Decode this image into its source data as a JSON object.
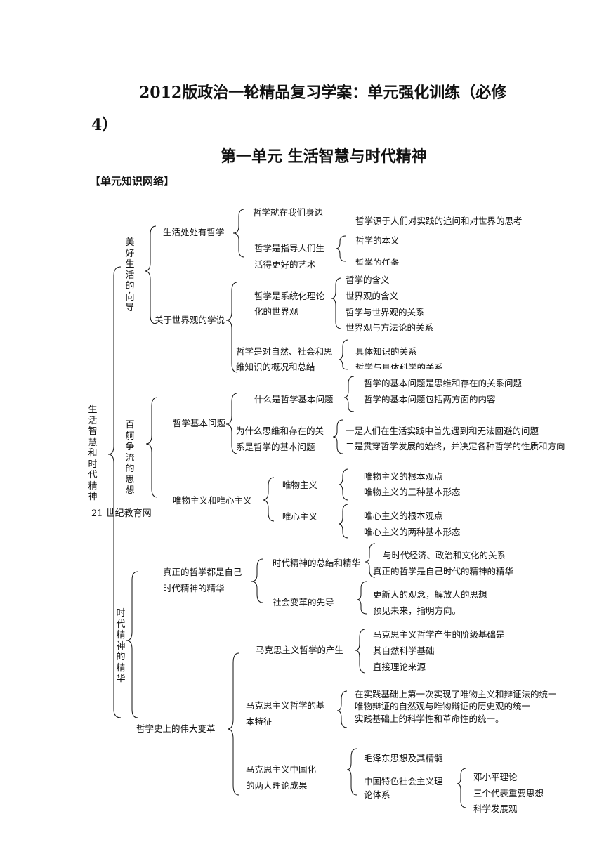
{
  "doc": {
    "title_line1": "2012版政治一轮精品复习学案：单元强化训练（必修",
    "title_line2": "4）",
    "unit_title": "第一单元  生活智慧与时代精神",
    "network_label": "【单元知识网络】"
  },
  "mindmap": {
    "root": "生活智慧和时代精神",
    "watermark": "21 世纪教育网",
    "s1": {
      "label": "美好生活的向导",
      "n1": {
        "label": "生活处处有哲学",
        "a": "哲学就在我们身边",
        "b1": "哲学是指导人们生",
        "b2": "活得更好的艺术",
        "b_note": "哲学源于人们对实践的追问和对世界的思考",
        "b_i1": "哲学的本义",
        "b_i2": "哲学的任务"
      },
      "n2": {
        "label": "关于世界观的学说",
        "a1": "哲学是系统化理论",
        "a2": "化的世界观",
        "a_items": [
          "哲学的含义",
          "世界观的含义",
          "哲学与世界观的关系",
          "世界观与方法论的关系"
        ],
        "b1": "哲学是对自然、社会和思",
        "b2": "维知识的概况和总结",
        "b_items": [
          "具体知识的关系",
          "哲学与具体科学的关系"
        ]
      }
    },
    "s2": {
      "label": "百舸争流的思想",
      "n1": {
        "label": "哲学基本问题",
        "a": "什么是哲学基本问题",
        "a_items": [
          "哲学的基本问题是思维和存在的关系问题",
          "哲学的基本问题包括两方面的内容"
        ],
        "b1": "为什么思维和存在的关",
        "b2": "系是哲学的基本问题",
        "b_items": [
          "一是人们在生活实践中首先遇到和无法回避的问题",
          "二是贯穿哲学发展的始终，并决定各种哲学的性质和方向"
        ]
      },
      "n2": {
        "label": "唯物主义和唯心主义",
        "a": "唯物主义",
        "a_items": [
          "唯物主义的根本观点",
          "唯物主义的三种基本形态"
        ],
        "b": "唯心主义",
        "b_items": [
          "唯心主义的根本观点",
          "唯心主义的两种基本形态"
        ]
      }
    },
    "s3": {
      "label": "时代精神的精华",
      "n1": {
        "label1": "真正的哲学都是自己",
        "label2": "时代精神的精华",
        "a": "时代精神的总结和精华",
        "a_items": [
          "与时代经济、政治和文化的关系",
          "真正的哲学是自己时代的精神的精华"
        ],
        "b": "社会变革的先导",
        "b_items": [
          "更新人的观念，解放人的思想",
          "预见未来，指明方向。"
        ]
      },
      "n2": {
        "label": "哲学史上的伟大变革",
        "a": "马克思主义哲学的产生",
        "a_items": [
          "马克思主义哲学产生的阶级基础是",
          "其自然科学基础",
          "直接理论来源"
        ],
        "b1": "马克思主义哲学的基",
        "b2": "本特征",
        "b_items": [
          "在实践基础上第一次实现了唯物主义和辩证法的统一",
          "唯物辩证的自然观与唯物辩证的历史观的统一",
          "实践基础上的科学性和革命性的统一。"
        ],
        "c1": "马克思主义中国化",
        "c2": "的两大理论成果",
        "c_i1": "毛泽东思想及其精髓",
        "c_i2a": "中国特色社会主义理",
        "c_i2b": "论体系",
        "c_sub": [
          "邓小平理论",
          "三个代表重要思想",
          "科学发展观"
        ]
      }
    }
  }
}
